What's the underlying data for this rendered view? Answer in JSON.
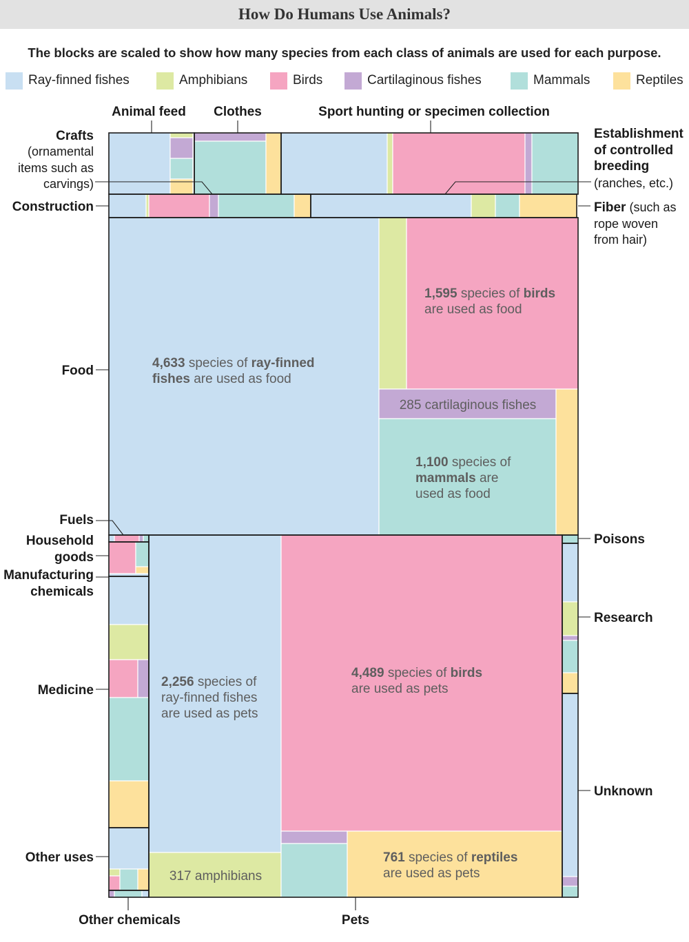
{
  "title": "How Do Humans Use Animals?",
  "subtitle": "The blocks are scaled to show how many species from each class of animals are used for each purpose.",
  "colors": {
    "ray": "#c8dff2",
    "amph": "#dde9a3",
    "birds": "#f5a5c1",
    "cart": "#c3a9d4",
    "mamm": "#b1dfdb",
    "rept": "#fde19c"
  },
  "legend": [
    {
      "key": "ray",
      "label": "Ray-finned fishes"
    },
    {
      "key": "amph",
      "label": "Amphibians"
    },
    {
      "key": "birds",
      "label": "Birds"
    },
    {
      "key": "cart",
      "label": "Cartilaginous fishes"
    },
    {
      "key": "mamm",
      "label": "Mammals"
    },
    {
      "key": "rept",
      "label": "Reptiles"
    }
  ],
  "category_labels": {
    "animal_feed": "Animal feed",
    "clothes": "Clothes",
    "sport_hunting": "Sport hunting or specimen collection",
    "crafts": [
      "Crafts",
      "(ornamental",
      "items such as",
      "carvings)"
    ],
    "establishment": [
      "Establishment",
      "of controlled",
      "breeding",
      "(ranches, etc.)"
    ],
    "construction": "Construction",
    "fiber": [
      "Fiber",
      "(such as",
      "rope woven",
      "from hair)"
    ],
    "food": "Food",
    "fuels": "Fuels",
    "household": [
      "Household",
      "goods"
    ],
    "manufacturing": [
      "Manufacturing",
      "chemicals"
    ],
    "medicine": "Medicine",
    "other_uses": "Other uses",
    "other_chemicals": "Other chemicals",
    "pets": "Pets",
    "poisons": "Poisons",
    "research": "Research",
    "unknown": "Unknown"
  },
  "annotations": {
    "food_ray": {
      "num": "4,633",
      "pre": " species of ",
      "bold": "ray-finned",
      "line2b": "fishes",
      "line2": " are used as food"
    },
    "food_birds": {
      "num": "1,595",
      "pre": " species of ",
      "bold": "birds",
      "line2": "are used as food"
    },
    "food_cart": "285 cartilaginous fishes",
    "food_mamm": {
      "num": "1,100",
      "pre": " species of",
      "line2b": "mammals",
      "line2": " are",
      "line3": "used as food"
    },
    "pets_ray": {
      "num": "2,256",
      "pre": " species of",
      "line2b": "ray-finned fishes",
      "line3": "are used as pets"
    },
    "pets_amph": "317 amphibians",
    "pets_birds": {
      "num": "4,489",
      "pre": " species of ",
      "bold": "birds",
      "line2": "are used as pets"
    },
    "pets_rept": {
      "num": "761",
      "pre": " species of ",
      "bold": "reptiles",
      "line2": "are used as pets"
    }
  },
  "chart_data": {
    "type": "treemap",
    "unit": "species",
    "uses": [
      {
        "use": "Food",
        "values": {
          "Ray-finned fishes": 4633,
          "Birds": 1595,
          "Cartilaginous fishes": 285,
          "Mammals": 1100
        }
      },
      {
        "use": "Pets",
        "values": {
          "Ray-finned fishes": 2256,
          "Amphibians": 317,
          "Birds": 4489,
          "Reptiles": 761
        }
      }
    ]
  }
}
